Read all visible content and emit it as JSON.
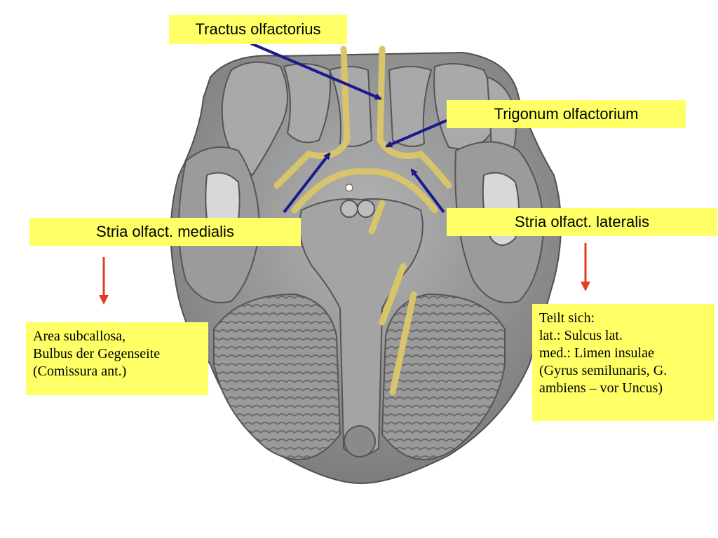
{
  "labels": {
    "tractus_olfactorius": "Tractus olfactorius",
    "trigonum_olfactorium": "Trigonum olfactorium",
    "stria_medialis": "Stria olfact. medialis",
    "stria_lateralis": "Stria olfact. lateralis"
  },
  "notes": {
    "medialis": [
      "Area subcallosa,",
      "Bulbus der Gegenseite",
      "(Comissura ant.)"
    ],
    "lateralis": [
      "Teilt sich:",
      "lat.: Sulcus lat.",
      "med.: Limen insulae",
      "(Gyrus semilunaris, G.",
      "ambiens – vor Uncus)"
    ]
  },
  "colors": {
    "label_fill": "#ffff66",
    "pointer_arrow": "#1a1a8c",
    "down_arrow": "#e03c1e",
    "nerve": "#d8c46a",
    "brain_fill": "#8f8f8f"
  }
}
